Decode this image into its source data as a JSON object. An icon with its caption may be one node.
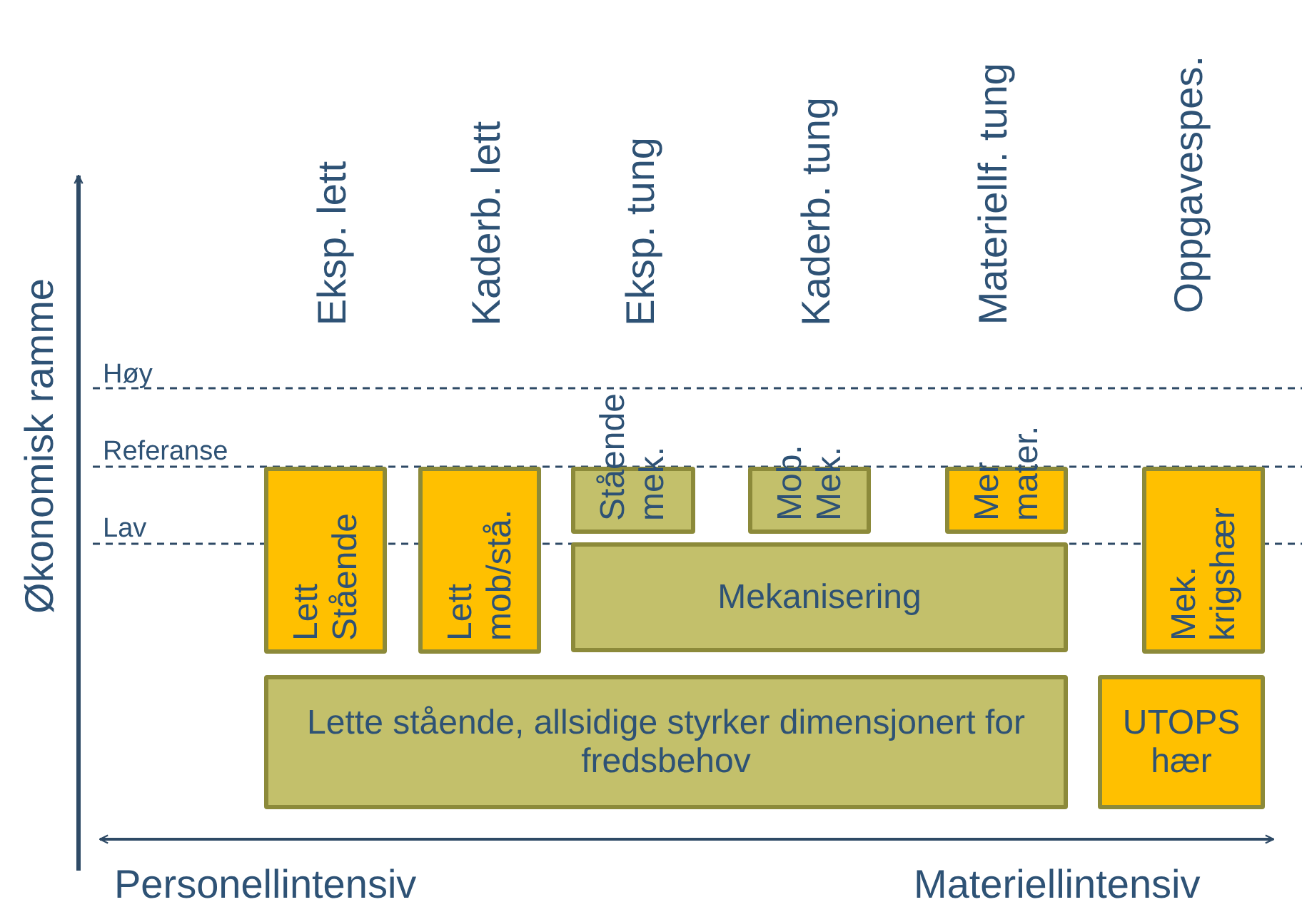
{
  "diagram": {
    "nodes": [
      {
        "text": [
          "Lett Stående"
        ]
      },
      {
        "text": [
          "Lett mob/stå."
        ]
      },
      {
        "text": [
          "Stående mek."
        ]
      },
      {
        "text": [
          "Mob. Mek."
        ]
      },
      {
        "text": [
          "Mer mater."
        ]
      },
      {
        "text": [
          "Mek. krigshær"
        ]
      },
      {
        "text": [
          "Mekanisering"
        ]
      },
      {
        "text": [
          "Lette stående, allsidige styrker dimensjonert for fredsbehov"
        ]
      },
      {
        "text": [
          "UTOPS hær"
        ]
      }
    ],
    "edges": [],
    "labels": [
      "Eksp. lett",
      "Kaderb. lett",
      "Eksp. tung",
      "Kaderb. tung",
      "Materiellf. tung",
      "Oppgavespes.",
      "Økonomisk ramme",
      "Høy",
      "Referanse",
      "Lav",
      "Personellintensiv",
      "Materiellintensiv"
    ]
  }
}
